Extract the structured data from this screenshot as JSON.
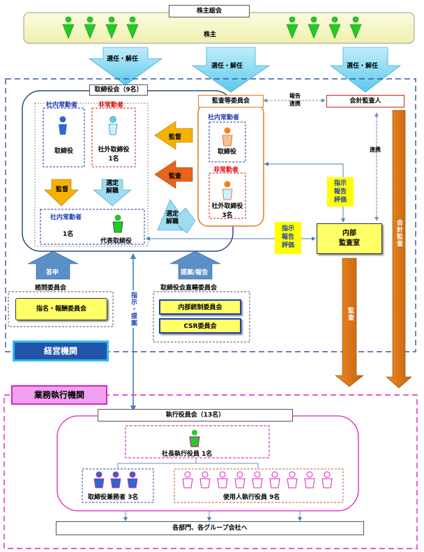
{
  "shareholders": {
    "meeting": "株主総会",
    "label": "株主"
  },
  "elect_dismiss": "選任・解任",
  "board": {
    "title": "取締役会（9名）",
    "inside": "社内常勤者",
    "outside": "非常勤者",
    "director": "取締役",
    "outside_director_l1": "社外取締役",
    "outside_director_l2": "1名",
    "inside_rep": "社内常勤者",
    "count1": "1名",
    "rep_director": "代表取締役",
    "supervise": "監督",
    "appoint_l1": "選定",
    "appoint_l2": "解職"
  },
  "audit": {
    "committee": "監査等委員会",
    "inside": "社内常勤者",
    "director": "取締役",
    "outside": "非常勤者",
    "outside_director_l1": "社外取締役",
    "outside_director_l2": "3名",
    "supervise_arrow": "監督",
    "audit_arrow": "監査",
    "appoint_l1": "選定",
    "appoint_l2": "解職"
  },
  "auditor": {
    "title": "会計監査人",
    "report_l1": "報告",
    "report_l2": "連携",
    "renkei": "連携",
    "vertical": "会計監査"
  },
  "internal": {
    "title_l1": "内部",
    "title_l2": "監査室",
    "instruct_l1": "指示",
    "instruct_l2": "報告",
    "instruct_l3": "評価",
    "instruct2_l1": "指示",
    "instruct2_l2": "報告",
    "instruct2_l3": "評価",
    "audit_down": "監査"
  },
  "advisory": {
    "answer": "答申",
    "title": "諮問委員会",
    "member": "指名・報酬委員会"
  },
  "instruct_propose": "指示・提案",
  "direct": {
    "propose": "提案/報告",
    "title": "取締役会直轄委員会",
    "c1": "内部統制委員会",
    "c2": "CSR委員会"
  },
  "management": "経営機関",
  "execution": {
    "label": "業務執行機関",
    "committee": "執行役員会（13名）",
    "president": "社長執行役員 1名",
    "concurrent": "取締役兼務者 3名",
    "employee": "使用人執行役員 9名",
    "departments": "各部門、各グループ会社へ"
  },
  "colors": {
    "green": "#22cc22",
    "blue": "#3366cc",
    "orange": "#f08020",
    "cyan": "#66ccee",
    "magenta": "#e020c0",
    "darkorange": "#d2691e"
  }
}
